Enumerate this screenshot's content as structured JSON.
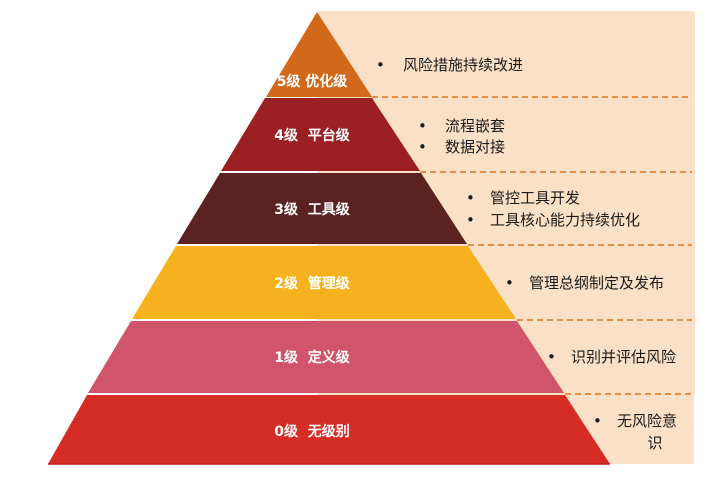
{
  "colors": {
    "background_panel": "#FAE0C6",
    "divider": "#D9731F",
    "level5": "#D2691A",
    "level4": "#9B2023",
    "level3": "#5A2220",
    "level2": "#F5B21E",
    "level1": "#D0546A",
    "level0": "#D52D25"
  },
  "levels": [
    {
      "id": "5",
      "label": "5级 优化级",
      "items": [
        "风险措施持续改进"
      ]
    },
    {
      "id": "4",
      "label": "4级  平台级",
      "items": [
        "流程嵌套",
        "数据对接"
      ]
    },
    {
      "id": "3",
      "label": "3级  工具级",
      "items": [
        "管控工具开发",
        "工具核心能力持续优化"
      ]
    },
    {
      "id": "2",
      "label": "2级  管理级",
      "items": [
        "管理总纲制定及发布"
      ]
    },
    {
      "id": "1",
      "label": "1级  定义级",
      "items": [
        "识别并评估风险"
      ]
    },
    {
      "id": "0",
      "label": "0级  无级别",
      "items": [
        "无风险意",
        "识"
      ]
    }
  ],
  "bullet_glyph": "•"
}
